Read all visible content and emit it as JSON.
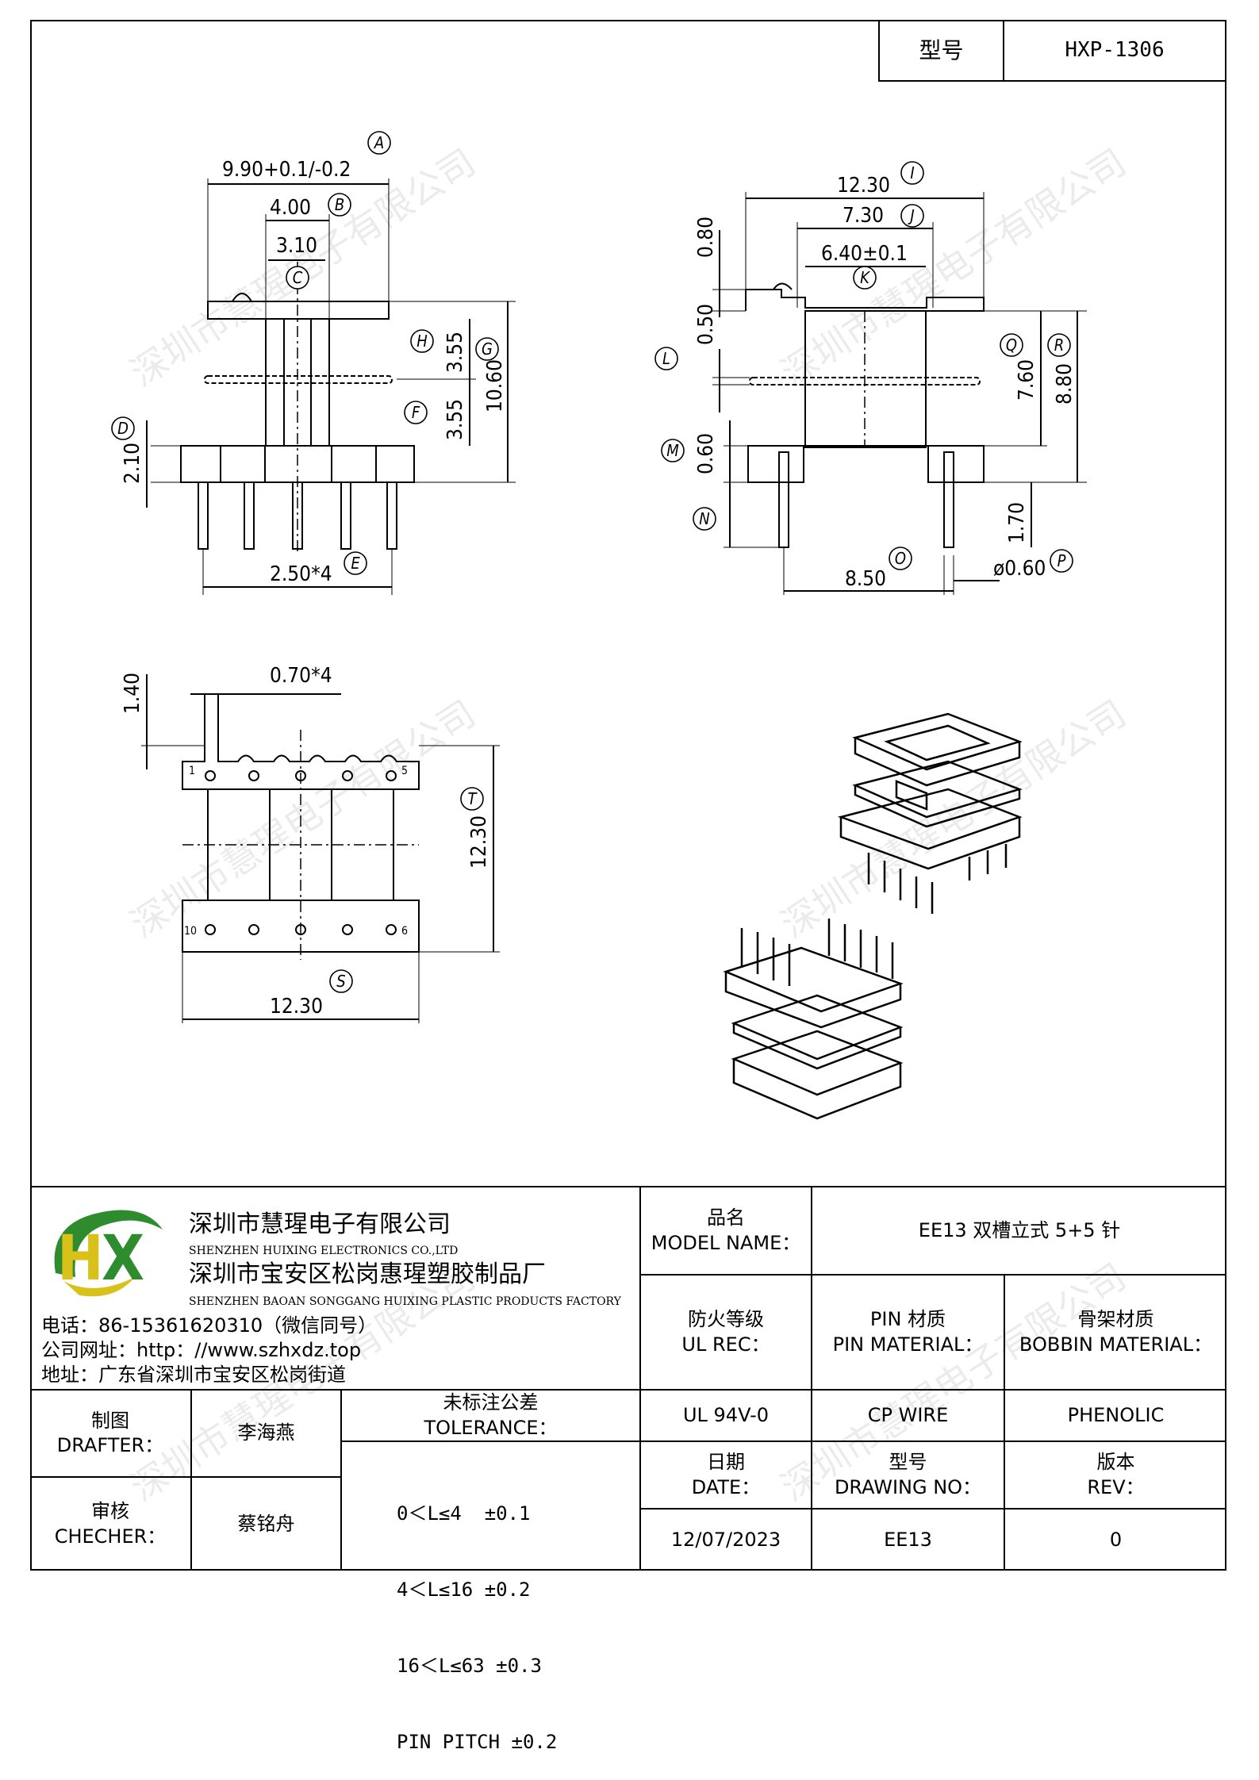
{
  "header": {
    "model_label": "型号",
    "model_value": "HXP-1306"
  },
  "watermark": "深圳市慧瑆电子有限公司",
  "drawing": {
    "front": {
      "a": "9.90+0.1/-0.2",
      "b": "4.00",
      "c": "3.10",
      "h": "3.55",
      "f": "3.55",
      "g": "10.60",
      "d": "2.10",
      "e": "2.50*4"
    },
    "side": {
      "i": "12.30",
      "j": "7.30",
      "k": "6.40±0.1",
      "l_top": "0.80",
      "l": "0.50",
      "m": "0.60",
      "q": "7.60",
      "r": "8.80",
      "n": "1.70",
      "o": "8.50",
      "p": "ø0.60"
    },
    "top": {
      "s": "12.30",
      "t": "12.30",
      "u": "0.70*4",
      "v": "1.40",
      "pin1": "1",
      "pin5": "5",
      "pin6": "6",
      "pin10": "10"
    },
    "markers": [
      "A",
      "B",
      "C",
      "D",
      "E",
      "F",
      "G",
      "H",
      "I",
      "J",
      "K",
      "L",
      "M",
      "N",
      "O",
      "P",
      "Q",
      "R",
      "S",
      "T"
    ]
  },
  "company": {
    "name_cn": "深圳市慧瑆电子有限公司",
    "name_en": "SHENZHEN HUIXING ELECTRONICS CO.,LTD",
    "factory_cn": "深圳市宝安区松岗惠瑆塑胶制品厂",
    "factory_en": "SHENZHEN BAOAN SONGGANG HUIXING PLASTIC PRODUCTS FACTORY",
    "phone": "电话：86-15361620310（微信同号）",
    "website": "公司网址：http：//www.szhxdz.top",
    "address": "地址：广东省深圳市宝安区松岗街道",
    "logo_text": "HX"
  },
  "table": {
    "model_name_cn": "品名",
    "model_name_en": "MODEL NAME：",
    "model_name_value": "EE13 双槽立式 5+5 针",
    "ul_cn": "防火等级",
    "ul_en": "UL REC：",
    "pin_cn": "PIN 材质",
    "pin_en": "PIN MATERIAL：",
    "bobbin_cn": "骨架材质",
    "bobbin_en": "BOBBIN MATERIAL：",
    "ul_value": "UL 94V-0",
    "pin_value": "CP WIRE",
    "bobbin_value": "PHENOLIC",
    "date_cn": "日期",
    "date_en": "DATE：",
    "date_value": "12/07/2023",
    "drawing_cn": "型号",
    "drawing_en": "DRAWING NO：",
    "drawing_value": "EE13",
    "rev_cn": "版本",
    "rev_en": "REV：",
    "rev_value": "0",
    "drafter_cn": "制图",
    "drafter_en": "DRAFTER：",
    "drafter_value": "李海燕",
    "checker_cn": "审核",
    "checker_en": "CHECHER：",
    "checker_value": "蔡铭舟",
    "tolerance_cn": "未标注公差",
    "tolerance_en": "TOLERANCE：",
    "tolerances": [
      "0＜L≤4  ±0.1",
      "4＜L≤16 ±0.2",
      "16＜L≤63 ±0.3",
      "PIN PITCH ±0.2"
    ]
  },
  "colors": {
    "logo_green": "#2e8b2e",
    "logo_yellow": "#d8c21a"
  }
}
